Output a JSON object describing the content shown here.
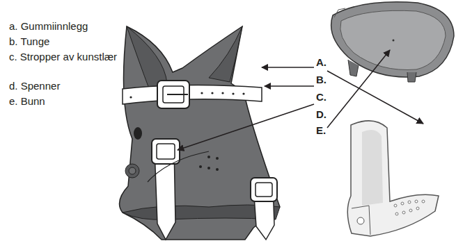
{
  "diagram": {
    "labels": [
      "a. Gummiinnlegg",
      "b. Tunge",
      "c. Stropper av kunstlær",
      "d. Spenner",
      "e. Bunn",
      "A.",
      "B.",
      "C.",
      "D.",
      "E."
    ]
  }
}
